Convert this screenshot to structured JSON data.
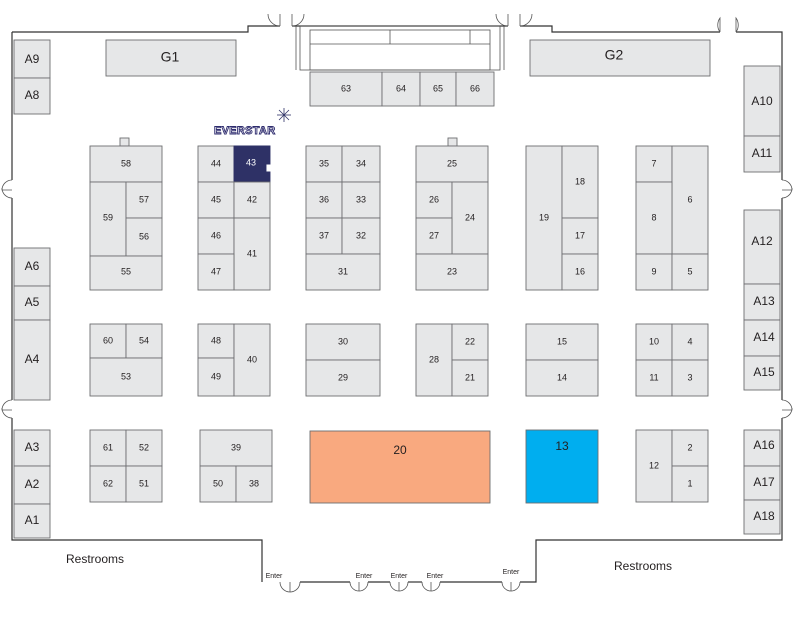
{
  "colors": {
    "booth_fill": "#e6e7e8",
    "booth_stroke": "#6d6e71",
    "sponsor_booth": "#2e3166",
    "booth_20": "#f9a97f",
    "booth_13": "#00aeef"
  },
  "logo": {
    "text": "EVERSTAR",
    "icon": "star-burst-icon"
  },
  "areas": {
    "restrooms_left": "Restrooms",
    "restrooms_right": "Restrooms"
  },
  "enter_label": "Enter",
  "booths": {
    "b1": "1",
    "b2": "2",
    "b3": "3",
    "b4": "4",
    "b5": "5",
    "b6": "6",
    "b7": "7",
    "b8": "8",
    "b9": "9",
    "b10": "10",
    "b11": "11",
    "b12": "12",
    "b13": "13",
    "b14": "14",
    "b15": "15",
    "b16": "16",
    "b17": "17",
    "b18": "18",
    "b19": "19",
    "b20": "20",
    "b21": "21",
    "b22": "22",
    "b23": "23",
    "b24": "24",
    "b25": "25",
    "b26": "26",
    "b27": "27",
    "b28": "28",
    "b29": "29",
    "b30": "30",
    "b31": "31",
    "b32": "32",
    "b33": "33",
    "b34": "34",
    "b35": "35",
    "b36": "36",
    "b37": "37",
    "b38": "38",
    "b39": "39",
    "b40": "40",
    "b41": "41",
    "b42": "42",
    "b43": "43",
    "b44": "44",
    "b45": "45",
    "b46": "46",
    "b47": "47",
    "b48": "48",
    "b49": "49",
    "b50": "50",
    "b51": "51",
    "b52": "52",
    "b53": "53",
    "b54": "54",
    "b55": "55",
    "b56": "56",
    "b57": "57",
    "b58": "58",
    "b59": "59",
    "b60": "60",
    "b61": "61",
    "b62": "62",
    "b63": "63",
    "b64": "64",
    "b65": "65",
    "b66": "66",
    "A1": "A1",
    "A2": "A2",
    "A3": "A3",
    "A4": "A4",
    "A5": "A5",
    "A6": "A6",
    "A8": "A8",
    "A9": "A9",
    "A10": "A10",
    "A11": "A11",
    "A12": "A12",
    "A13": "A13",
    "A14": "A14",
    "A15": "A15",
    "A16": "A16",
    "A17": "A17",
    "A18": "A18",
    "G1": "G1",
    "G2": "G2"
  }
}
